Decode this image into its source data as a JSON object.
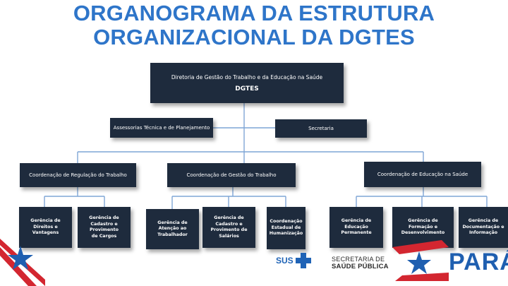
{
  "title": {
    "line1": "ORGANOGRAMA DA ESTRUTURA",
    "line2": "ORGANIZACIONAL DA DGTES"
  },
  "root": {
    "name": "Diretoria de Gestão do Trabalho e da Educação na Saúde",
    "code": "DGTES"
  },
  "staff": {
    "assessoria": "Assessorias Técnica e de Planejamento",
    "secretaria": "Secretaria"
  },
  "coordenacoes": [
    {
      "label": "Coordenação de Regulação do Trabalho"
    },
    {
      "label": "Coordenação de Gestão do Trabalho"
    },
    {
      "label": "Coordenação de Educação na Saúde"
    }
  ],
  "gerencias": [
    {
      "label": "Gerência de\nDireitos e\nVantagens"
    },
    {
      "label": "Gerência de\nCadastro e\nProvimento\nde Cargos"
    },
    {
      "label": "Gerência de\nAtenção ao\nTrabalhador"
    },
    {
      "label": "Gerência de\nCadastro e\nProvimento de\nSalários"
    },
    {
      "label": "Coordenação\nEstadual de\nHumanização"
    },
    {
      "label": "Gerência de\nEducação\nPermanente"
    },
    {
      "label": "Gerência de\nFormação e\nDesenvolvimento"
    },
    {
      "label": "Gerência de\nDocumentação e\nInformação"
    }
  ],
  "logos": {
    "sus": "SUS",
    "secretaria_line1": "SECRETARIA DE",
    "secretaria_line2": "SAÚDE PÚBLICA",
    "governo": "PARÁ"
  },
  "colors": {
    "title": "#2e75c9",
    "box": "#1e2b3d",
    "connector": "#7fa6d6",
    "brand_red": "#d32630",
    "brand_blue": "#1f5fb0"
  }
}
